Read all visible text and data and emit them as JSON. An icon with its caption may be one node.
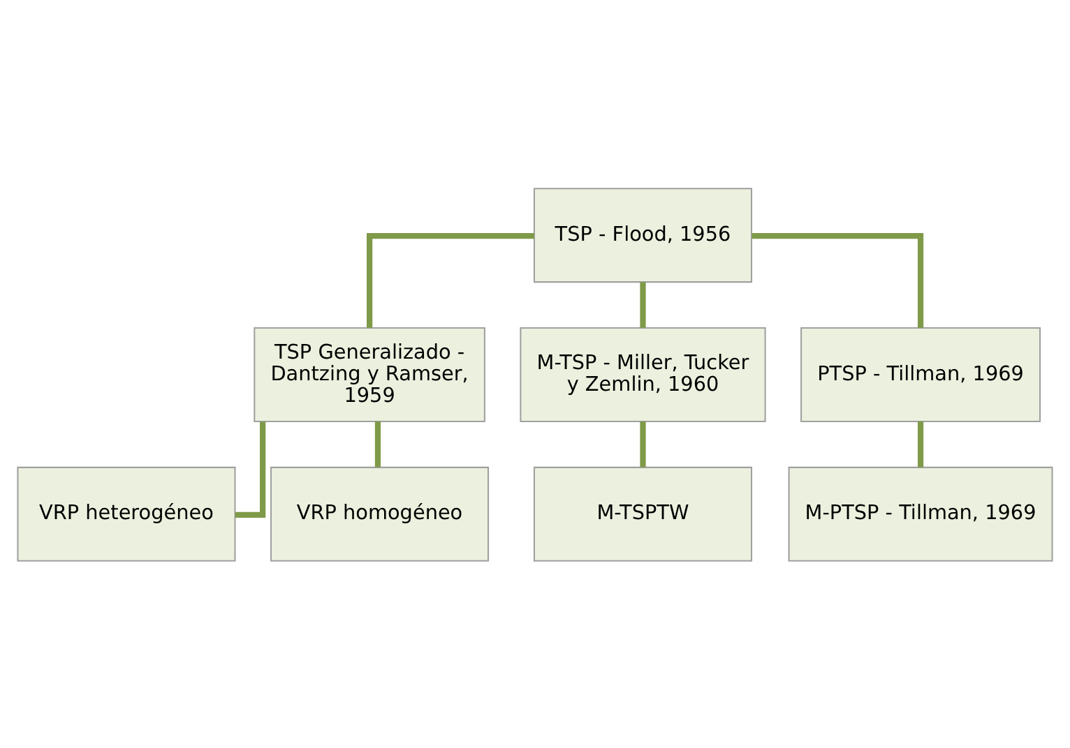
{
  "diagram": {
    "nodes": [
      {
        "text": [
          "TSP - Flood, 1956"
        ]
      },
      {
        "text": [
          "TSP Generalizado - Dantzing y Ramser, 1959"
        ]
      },
      {
        "text": [
          "M-TSP - Miller, Tucker y Zemlin, 1960"
        ]
      },
      {
        "text": [
          "PTSP - Tillman, 1969"
        ]
      },
      {
        "text": [
          "VRP heterogéneo"
        ]
      },
      {
        "text": [
          "VRP homogéneo"
        ]
      },
      {
        "text": [
          "M-TSPTW"
        ]
      },
      {
        "text": [
          "M-PTSP - Tillman, 1969"
        ]
      }
    ],
    "edges": [
      {
        "from": 0,
        "to": 1,
        "arrow": "none"
      },
      {
        "from": 0,
        "to": 2,
        "arrow": "none"
      },
      {
        "from": 0,
        "to": 3,
        "arrow": "none"
      },
      {
        "from": 1,
        "to": 4,
        "arrow": "none"
      },
      {
        "from": 1,
        "to": 5,
        "arrow": "none"
      },
      {
        "from": 2,
        "to": 6,
        "arrow": "none"
      },
      {
        "from": 3,
        "to": 7,
        "arrow": "none"
      }
    ]
  }
}
